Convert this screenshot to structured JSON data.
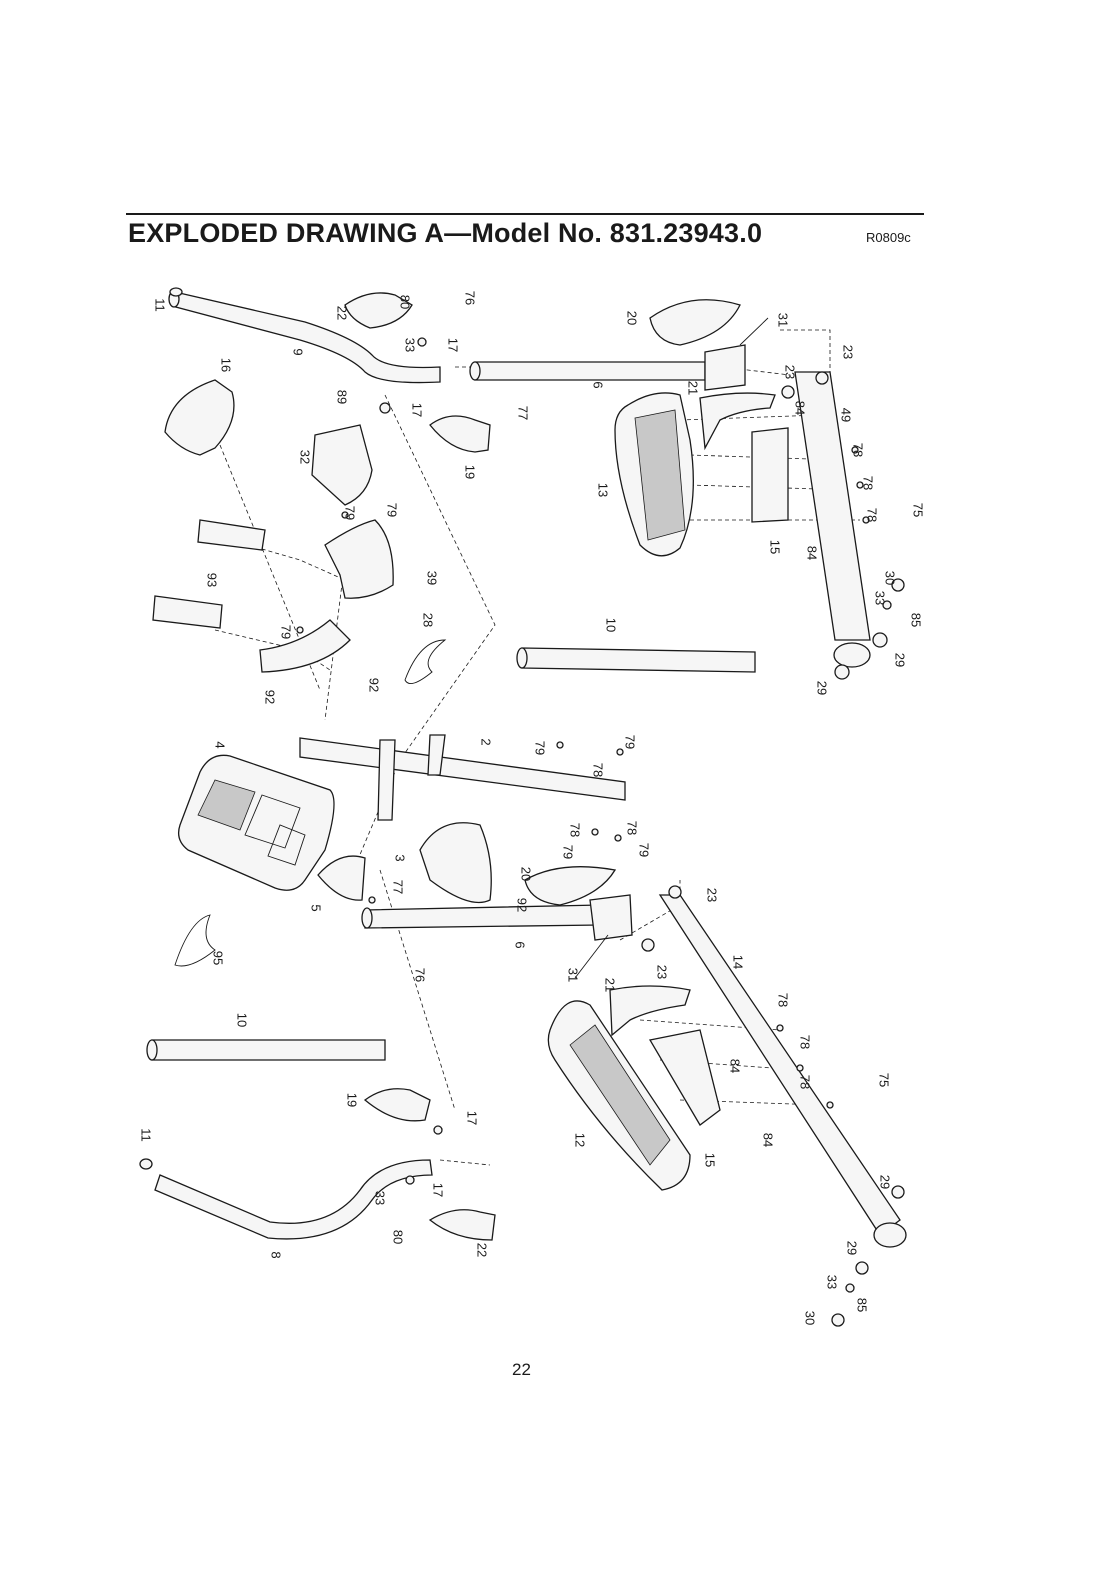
{
  "header": {
    "title": "EXPLODED DRAWING A—Model No. 831.23943.0",
    "code": "R0809c"
  },
  "page_number": "22",
  "callouts": [
    {
      "id": "c1",
      "text": "11"
    },
    {
      "id": "c2",
      "text": "9"
    },
    {
      "id": "c3",
      "text": "16"
    },
    {
      "id": "c4",
      "text": "22"
    },
    {
      "id": "c5",
      "text": "80"
    },
    {
      "id": "c6",
      "text": "33"
    },
    {
      "id": "c7",
      "text": "17"
    },
    {
      "id": "c8",
      "text": "76"
    },
    {
      "id": "c9",
      "text": "20"
    },
    {
      "id": "c10",
      "text": "31"
    },
    {
      "id": "c11",
      "text": "89"
    },
    {
      "id": "c12",
      "text": "17"
    },
    {
      "id": "c13",
      "text": "77"
    },
    {
      "id": "c14",
      "text": "6"
    },
    {
      "id": "c15",
      "text": "23"
    },
    {
      "id": "c16",
      "text": "23"
    },
    {
      "id": "c17",
      "text": "21"
    },
    {
      "id": "c18",
      "text": "84"
    },
    {
      "id": "c19",
      "text": "49"
    },
    {
      "id": "c20",
      "text": "32"
    },
    {
      "id": "c21",
      "text": "19"
    },
    {
      "id": "c22",
      "text": "13"
    },
    {
      "id": "c23",
      "text": "78"
    },
    {
      "id": "c24",
      "text": "78"
    },
    {
      "id": "c25",
      "text": "78"
    },
    {
      "id": "c26",
      "text": "75"
    },
    {
      "id": "c27",
      "text": "79"
    },
    {
      "id": "c28",
      "text": "79"
    },
    {
      "id": "c29",
      "text": "15"
    },
    {
      "id": "c30",
      "text": "84"
    },
    {
      "id": "c31",
      "text": "93"
    },
    {
      "id": "c32",
      "text": "39"
    },
    {
      "id": "c33",
      "text": "30"
    },
    {
      "id": "c34",
      "text": "33"
    },
    {
      "id": "c35",
      "text": "85"
    },
    {
      "id": "c36",
      "text": "29"
    },
    {
      "id": "c37",
      "text": "29"
    },
    {
      "id": "c38",
      "text": "79"
    },
    {
      "id": "c39",
      "text": "28"
    },
    {
      "id": "c40",
      "text": "10"
    },
    {
      "id": "c41",
      "text": "92"
    },
    {
      "id": "c42",
      "text": "92"
    },
    {
      "id": "c43",
      "text": "4"
    },
    {
      "id": "c44",
      "text": "2"
    },
    {
      "id": "c45",
      "text": "79"
    },
    {
      "id": "c46",
      "text": "79"
    },
    {
      "id": "c47",
      "text": "78"
    },
    {
      "id": "c48",
      "text": "78"
    },
    {
      "id": "c49",
      "text": "78"
    },
    {
      "id": "c50",
      "text": "79"
    },
    {
      "id": "c51",
      "text": "79"
    },
    {
      "id": "c52",
      "text": "3"
    },
    {
      "id": "c53",
      "text": "20"
    },
    {
      "id": "c54",
      "text": "5"
    },
    {
      "id": "c55",
      "text": "77"
    },
    {
      "id": "c56",
      "text": "92"
    },
    {
      "id": "c57",
      "text": "6"
    },
    {
      "id": "c58",
      "text": "23"
    },
    {
      "id": "c59",
      "text": "95"
    },
    {
      "id": "c60",
      "text": "76"
    },
    {
      "id": "c61",
      "text": "31"
    },
    {
      "id": "c62",
      "text": "23"
    },
    {
      "id": "c63",
      "text": "14"
    },
    {
      "id": "c64",
      "text": "21"
    },
    {
      "id": "c65",
      "text": "10"
    },
    {
      "id": "c66",
      "text": "78"
    },
    {
      "id": "c67",
      "text": "78"
    },
    {
      "id": "c68",
      "text": "84"
    },
    {
      "id": "c69",
      "text": "78"
    },
    {
      "id": "c70",
      "text": "75"
    },
    {
      "id": "c71",
      "text": "19"
    },
    {
      "id": "c72",
      "text": "17"
    },
    {
      "id": "c73",
      "text": "11"
    },
    {
      "id": "c74",
      "text": "12"
    },
    {
      "id": "c75",
      "text": "15"
    },
    {
      "id": "c76",
      "text": "84"
    },
    {
      "id": "c77",
      "text": "33"
    },
    {
      "id": "c78",
      "text": "17"
    },
    {
      "id": "c79",
      "text": "80"
    },
    {
      "id": "c80",
      "text": "22"
    },
    {
      "id": "c81",
      "text": "8"
    },
    {
      "id": "c82",
      "text": "29"
    },
    {
      "id": "c83",
      "text": "29"
    },
    {
      "id": "c84",
      "text": "33"
    },
    {
      "id": "c85",
      "text": "85"
    },
    {
      "id": "c86",
      "text": "30"
    }
  ]
}
